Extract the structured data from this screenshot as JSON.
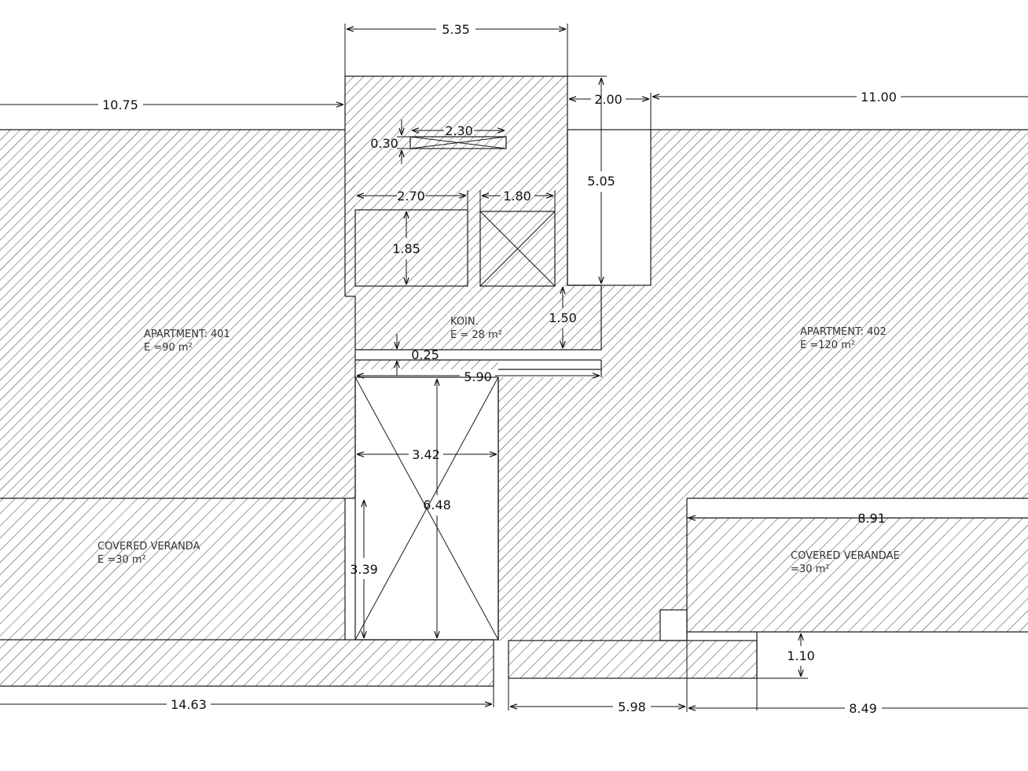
{
  "rooms": {
    "apt401": {
      "name": "APARTMENT: 401",
      "area": "E =90 m²"
    },
    "apt402": {
      "name": "APARTMENT: 402",
      "area": "E =120 m²"
    },
    "koin": {
      "name": "KOIN.",
      "area": "E = 28 m²"
    },
    "veranda_left": {
      "name": "COVERED VERANDA",
      "area": "E =30 m²"
    },
    "veranda_right": {
      "name": "COVERED VERANDAE",
      "area": "=30 m²"
    }
  },
  "dimensions": {
    "top_width": "5.35",
    "left_span": "10.75",
    "gap_right": "2.00",
    "right_span": "11.00",
    "shaft_width": "2.30",
    "shaft_depth": "0.30",
    "room_a_width": "2.70",
    "room_b_width": "1.80",
    "room_a_height": "1.85",
    "core_height": "5.05",
    "koin_depth": "1.50",
    "slab": "0.25",
    "corridor_width": "5.90",
    "stair_width": "3.42",
    "stair_length": "6.48",
    "veranda_depth": "3.39",
    "veranda_right_width": "8.91",
    "step_height": "1.10",
    "bottom_left": "14.63",
    "bottom_mid": "5.98",
    "bottom_right": "8.49"
  }
}
